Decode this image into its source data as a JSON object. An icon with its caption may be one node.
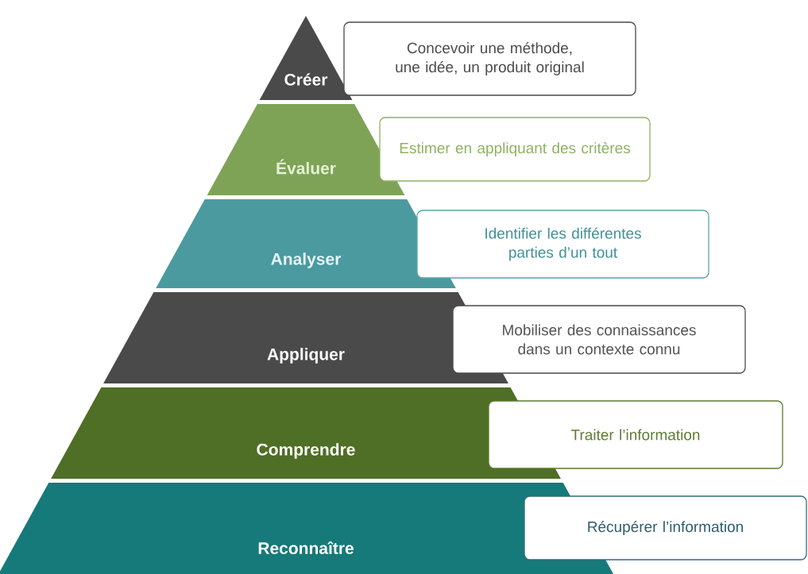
{
  "diagram": {
    "nodes": [
      {
        "text": [
          "Créer"
        ]
      },
      {
        "text": [
          "Concevoir une méthode, une idée, un produit original"
        ]
      },
      {
        "text": [
          "Évaluer"
        ]
      },
      {
        "text": [
          "Estimer en appliquant des critères"
        ]
      },
      {
        "text": [
          "Analyser"
        ]
      },
      {
        "text": [
          "Identifier les différentes parties d’un tout"
        ]
      },
      {
        "text": [
          "Appliquer"
        ]
      },
      {
        "text": [
          "Mobiliser des connaissances dans un contexte connu"
        ]
      },
      {
        "text": [
          "Comprendre"
        ]
      },
      {
        "text": [
          "Traiter l’information"
        ]
      },
      {
        "text": [
          "Reconnaître"
        ]
      },
      {
        "text": [
          "Récupérer l’information"
        ]
      }
    ]
  }
}
